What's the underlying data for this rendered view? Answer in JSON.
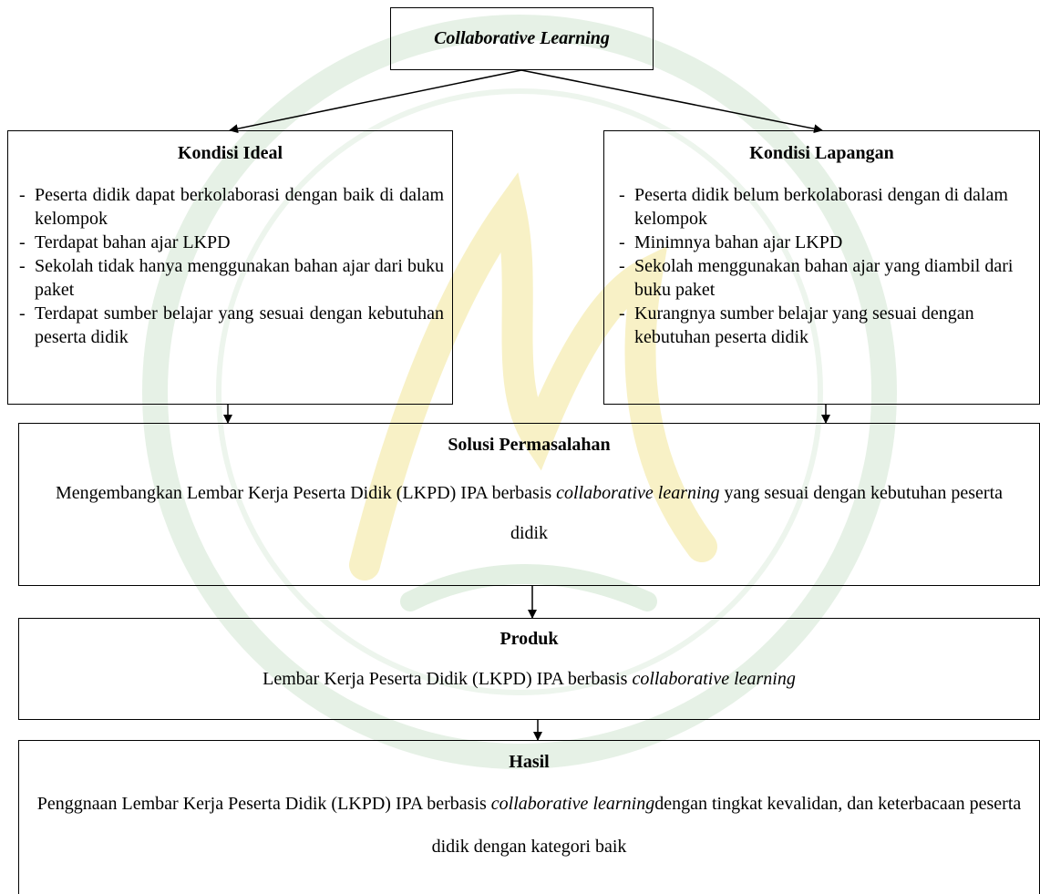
{
  "top": {
    "label": "Collaborative Learning"
  },
  "ideal": {
    "title": "Kondisi Ideal",
    "items": [
      "Peserta didik dapat berkolaborasi dengan baik di dalam kelompok",
      "Terdapat bahan ajar LKPD",
      "Sekolah tidak hanya menggunakan bahan ajar dari buku paket",
      "Terdapat sumber belajar yang sesuai dengan kebutuhan peserta didik"
    ]
  },
  "lapangan": {
    "title": "Kondisi Lapangan",
    "items": [
      "Peserta didik belum berkolaborasi dengan di dalam kelompok",
      "Minimnya bahan ajar LKPD",
      "Sekolah menggunakan bahan ajar yang diambil dari buku paket",
      "Kurangnya sumber belajar yang sesuai dengan kebutuhan peserta didik"
    ]
  },
  "solusi": {
    "title": "Solusi Permasalahan",
    "text_before": "Mengembangkan Lembar Kerja Peserta Didik (LKPD) IPA berbasis ",
    "text_italic": "collaborative learning",
    "text_after": " yang sesuai dengan kebutuhan peserta didik"
  },
  "produk": {
    "title": "Produk",
    "text_before": "Lembar Kerja Peserta Didik (LKPD) IPA berbasis ",
    "text_italic": "collaborative learning"
  },
  "hasil": {
    "title": "Hasil",
    "text_before": "Penggnaan Lembar Kerja Peserta Didik (LKPD) IPA berbasis ",
    "text_italic": "collaborative learning",
    "text_after": "dengan tingkat kevalidan, dan keterbacaan peserta didik dengan kategori baik"
  },
  "colors": {
    "line": "#000000",
    "watermark_green": "#dcefdc",
    "watermark_yellow": "#fbf4c8"
  }
}
